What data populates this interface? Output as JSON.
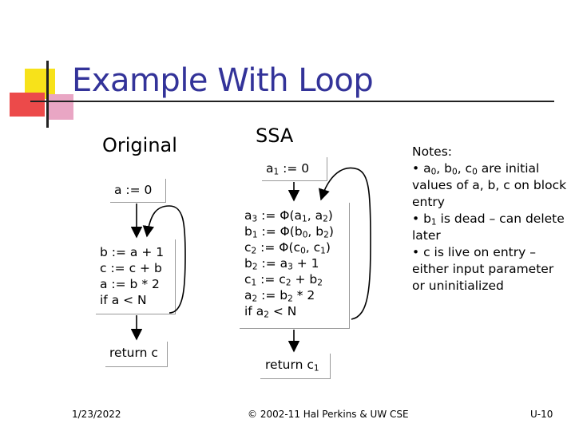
{
  "slide": {
    "title": "Example With Loop",
    "original": {
      "heading": "Original",
      "block1": [
        "a := 0"
      ],
      "block2": [
        "b := a + 1",
        "c := c + b",
        "a := b * 2",
        "if a < N"
      ],
      "block3": [
        "return c"
      ]
    },
    "ssa": {
      "heading": "SSA",
      "block1": [
        [
          {
            "t": "a"
          },
          {
            "s": "1"
          },
          {
            "t": " := 0"
          }
        ]
      ],
      "block2": [
        [
          {
            "t": "a"
          },
          {
            "s": "3"
          },
          {
            "t": " := Φ(a"
          },
          {
            "s": "1"
          },
          {
            "t": ", a"
          },
          {
            "s": "2"
          },
          {
            "t": ")"
          }
        ],
        [
          {
            "t": "b"
          },
          {
            "s": "1"
          },
          {
            "t": " := Φ(b"
          },
          {
            "s": "0"
          },
          {
            "t": ", b"
          },
          {
            "s": "2"
          },
          {
            "t": ")"
          }
        ],
        [
          {
            "t": "c"
          },
          {
            "s": "2"
          },
          {
            "t": " := Φ(c"
          },
          {
            "s": "0"
          },
          {
            "t": ", c"
          },
          {
            "s": "1"
          },
          {
            "t": ")"
          }
        ],
        [
          {
            "t": "b"
          },
          {
            "s": "2"
          },
          {
            "t": " := a"
          },
          {
            "s": "3"
          },
          {
            "t": " + 1"
          }
        ],
        [
          {
            "t": "c"
          },
          {
            "s": "1"
          },
          {
            "t": " := c"
          },
          {
            "s": "2"
          },
          {
            "t": " + b"
          },
          {
            "s": "2"
          }
        ],
        [
          {
            "t": "a"
          },
          {
            "s": "2"
          },
          {
            "t": " := b"
          },
          {
            "s": "2"
          },
          {
            "t": " * 2"
          }
        ],
        [
          {
            "t": "if a"
          },
          {
            "s": "2"
          },
          {
            "t": " < N"
          }
        ]
      ],
      "block3": [
        [
          {
            "t": "return c"
          },
          {
            "s": "1"
          }
        ]
      ]
    },
    "notes": {
      "heading": "Notes:",
      "items": [
        [
          {
            "t": "• a"
          },
          {
            "s": "0"
          },
          {
            "t": ", b"
          },
          {
            "s": "0"
          },
          {
            "t": ", c"
          },
          {
            "s": "0"
          },
          {
            "t": " are initial values of a, b, c on block entry"
          }
        ],
        [
          {
            "t": "• b"
          },
          {
            "s": "1"
          },
          {
            "t": " is dead – can delete later"
          }
        ],
        [
          {
            "t": "• c is live on entry – either input parameter or uninitialized"
          }
        ]
      ]
    },
    "footer": {
      "date": "1/23/2022",
      "copyright": "© 2002-11 Hal Perkins & UW CSE",
      "page": "U-10"
    }
  }
}
